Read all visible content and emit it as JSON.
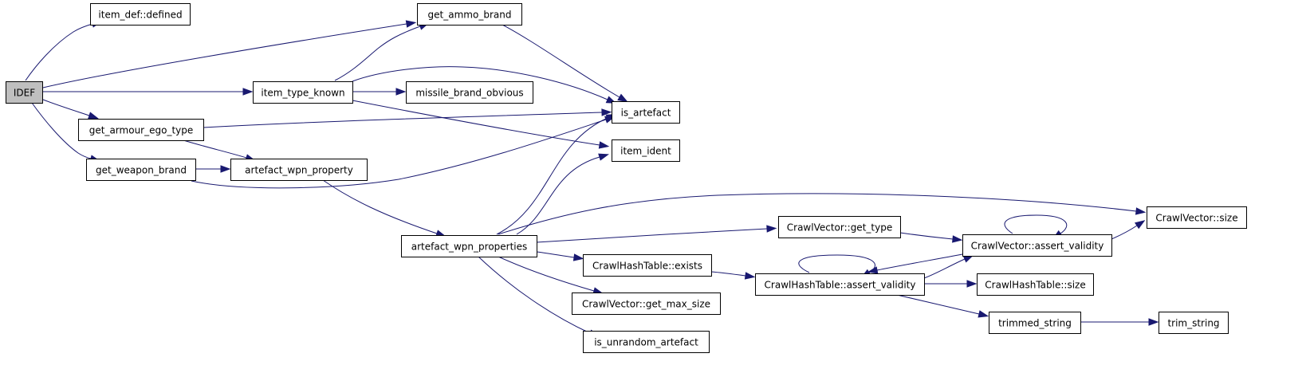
{
  "colors": {
    "edge": "#191970",
    "node_fill": "#ffffff",
    "root_fill": "#bfbfbf",
    "node_border": "#000000"
  },
  "graph": {
    "nodes": [
      {
        "id": "IDEF",
        "label": "IDEF",
        "root": true
      },
      {
        "id": "item_def_defined",
        "label": "item_def::defined"
      },
      {
        "id": "get_ammo_brand",
        "label": "get_ammo_brand"
      },
      {
        "id": "item_type_known",
        "label": "item_type_known"
      },
      {
        "id": "missile_brand_obvious",
        "label": "missile_brand_obvious"
      },
      {
        "id": "is_artefact",
        "label": "is_artefact"
      },
      {
        "id": "get_armour_ego_type",
        "label": "get_armour_ego_type"
      },
      {
        "id": "item_ident",
        "label": "item_ident"
      },
      {
        "id": "get_weapon_brand",
        "label": "get_weapon_brand"
      },
      {
        "id": "artefact_wpn_property",
        "label": "artefact_wpn_property"
      },
      {
        "id": "artefact_wpn_properties",
        "label": "artefact_wpn_properties"
      },
      {
        "id": "cv_get_type",
        "label": "CrawlVector::get_type"
      },
      {
        "id": "cv_assert_validity",
        "label": "CrawlVector::assert_validity"
      },
      {
        "id": "cv_size",
        "label": "CrawlVector::size"
      },
      {
        "id": "cht_exists",
        "label": "CrawlHashTable::exists"
      },
      {
        "id": "cht_assert_validity",
        "label": "CrawlHashTable::assert_validity"
      },
      {
        "id": "cht_size",
        "label": "CrawlHashTable::size"
      },
      {
        "id": "cv_get_max_size",
        "label": "CrawlVector::get_max_size"
      },
      {
        "id": "trimmed_string",
        "label": "trimmed_string"
      },
      {
        "id": "trim_string",
        "label": "trim_string"
      },
      {
        "id": "is_unrandom_artefact",
        "label": "is_unrandom_artefact"
      }
    ],
    "edges": [
      {
        "from": "IDEF",
        "to": "item_def_defined"
      },
      {
        "from": "IDEF",
        "to": "get_ammo_brand"
      },
      {
        "from": "IDEF",
        "to": "item_type_known"
      },
      {
        "from": "IDEF",
        "to": "get_armour_ego_type"
      },
      {
        "from": "IDEF",
        "to": "get_weapon_brand"
      },
      {
        "from": "get_ammo_brand",
        "to": "is_artefact"
      },
      {
        "from": "item_type_known",
        "to": "get_ammo_brand"
      },
      {
        "from": "item_type_known",
        "to": "is_artefact"
      },
      {
        "from": "item_type_known",
        "to": "missile_brand_obvious"
      },
      {
        "from": "item_type_known",
        "to": "item_ident"
      },
      {
        "from": "get_armour_ego_type",
        "to": "is_artefact"
      },
      {
        "from": "get_armour_ego_type",
        "to": "artefact_wpn_property"
      },
      {
        "from": "get_weapon_brand",
        "to": "artefact_wpn_property"
      },
      {
        "from": "get_weapon_brand",
        "to": "is_artefact"
      },
      {
        "from": "artefact_wpn_property",
        "to": "artefact_wpn_properties"
      },
      {
        "from": "artefact_wpn_properties",
        "to": "is_artefact"
      },
      {
        "from": "artefact_wpn_properties",
        "to": "item_ident"
      },
      {
        "from": "artefact_wpn_properties",
        "to": "cv_size"
      },
      {
        "from": "artefact_wpn_properties",
        "to": "cv_get_type"
      },
      {
        "from": "artefact_wpn_properties",
        "to": "cht_exists"
      },
      {
        "from": "artefact_wpn_properties",
        "to": "cv_get_max_size"
      },
      {
        "from": "artefact_wpn_properties",
        "to": "is_unrandom_artefact"
      },
      {
        "from": "cv_get_type",
        "to": "cv_assert_validity"
      },
      {
        "from": "cv_assert_validity",
        "to": "cv_assert_validity"
      },
      {
        "from": "cv_assert_validity",
        "to": "cv_size"
      },
      {
        "from": "cv_assert_validity",
        "to": "cht_assert_validity"
      },
      {
        "from": "cht_exists",
        "to": "cht_assert_validity"
      },
      {
        "from": "cht_assert_validity",
        "to": "cht_assert_validity"
      },
      {
        "from": "cht_assert_validity",
        "to": "cv_assert_validity"
      },
      {
        "from": "cht_assert_validity",
        "to": "cht_size"
      },
      {
        "from": "cht_assert_validity",
        "to": "trimmed_string"
      },
      {
        "from": "trimmed_string",
        "to": "trim_string"
      }
    ]
  }
}
